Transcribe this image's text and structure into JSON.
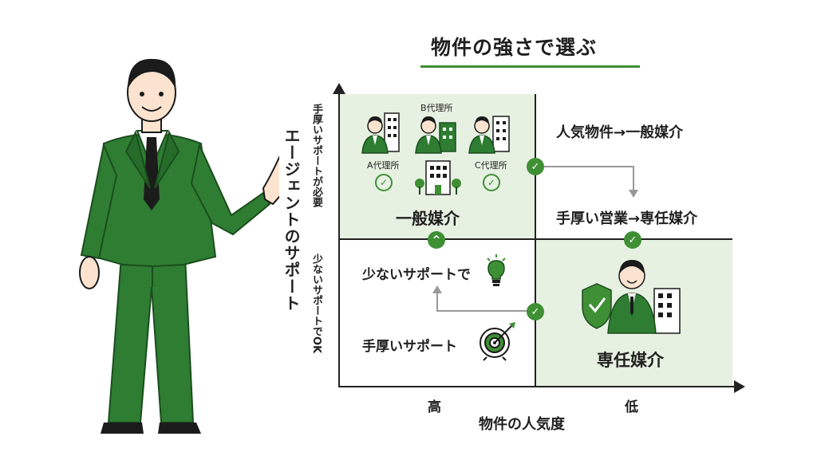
{
  "title": "物件の強さで選ぶ",
  "axes": {
    "y_title": "エージェントのサポート",
    "y_high": "手厚いサポートが必要",
    "y_low": "少ないサポートでOK",
    "x_title": "物件の人気度",
    "x_high": "高",
    "x_low": "低"
  },
  "top_left": {
    "agency_a": "A代理所",
    "agency_b": "B代理所",
    "agency_c": "C代理所",
    "result": "一般媒介"
  },
  "top_right": {
    "line1": "人気物件→一般媒介",
    "line2": "手厚い営業→専任媒介"
  },
  "bottom_left": {
    "line1": "少ないサポートで",
    "line2": "手厚いサポート"
  },
  "bottom_right": {
    "result": "専任媒介"
  },
  "colors": {
    "accent": "#3f8f35",
    "suit": "#2e7d32",
    "quadrant_fill": "#e7f1e2"
  }
}
